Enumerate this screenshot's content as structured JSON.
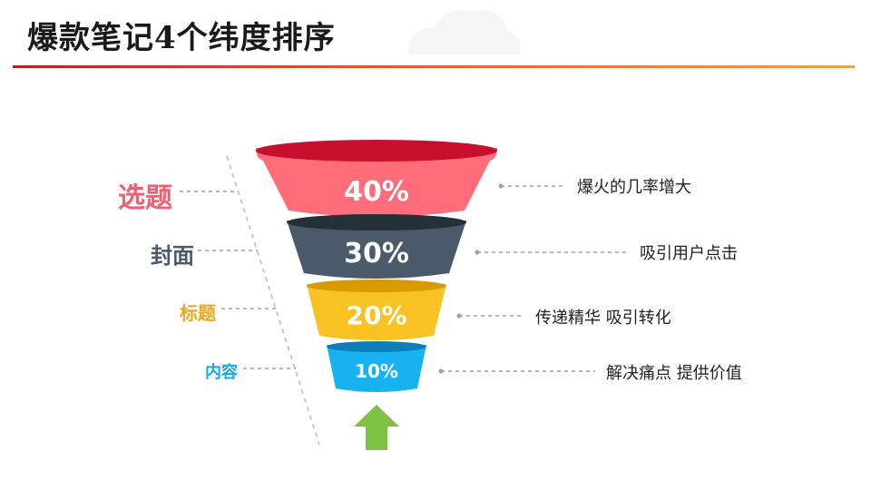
{
  "title": "爆款笔记4个纬度排序",
  "colors": {
    "title_rule": "#e7502e",
    "arrow": "#7dc243",
    "connector": "#a0a0a0"
  },
  "stages": [
    {
      "label": "选题",
      "percent": "40%",
      "note": "爆火的几率增大",
      "color": "#ff6d7a",
      "top_color": "#c8102e",
      "label_color": "#f06070"
    },
    {
      "label": "封面",
      "percent": "30%",
      "note": "吸引用户点击",
      "color": "#4a5a68",
      "top_color": "#253038",
      "label_color": "#4a5a68"
    },
    {
      "label": "标题",
      "percent": "20%",
      "note": "传递精华 吸引转化",
      "color": "#f7c222",
      "top_color": "#d99a00",
      "label_color": "#f2a71b"
    },
    {
      "label": "内容",
      "percent": "10%",
      "note": "解决痛点 提供价值",
      "color": "#19b2f0",
      "top_color": "#0d7fb8",
      "label_color": "#1aa6e6"
    }
  ]
}
